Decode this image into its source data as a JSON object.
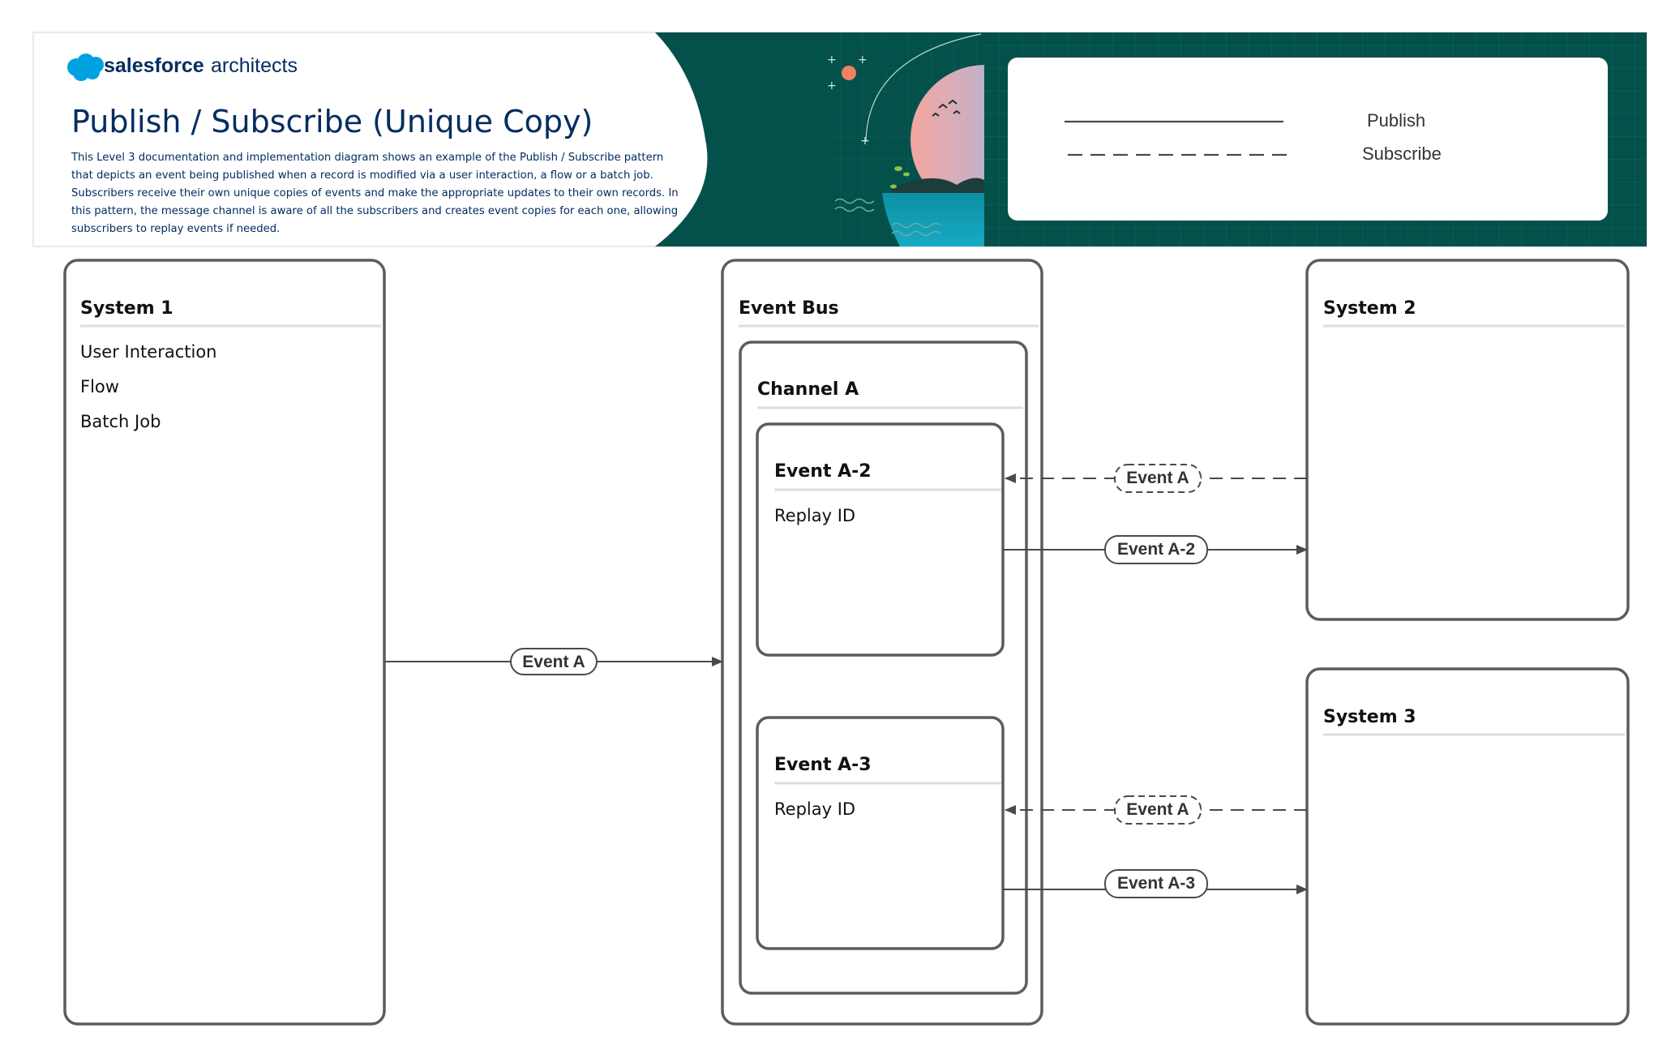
{
  "header": {
    "brand_bold": "salesforce",
    "brand_light": "architects",
    "title": "Publish / Subscribe (Unique Copy)",
    "description_lines": [
      "This Level 3 documentation and implementation diagram shows an example of the Publish / Subscribe pattern",
      "that depicts an event being published when a record is modified via a user interaction, a flow or a batch job.",
      "Subscribers receive their own unique copies of events and make the appropriate updates to their own records.  In",
      "this pattern, the message channel is aware of all the subscribers and creates event copies for each one, allowing",
      "subscribers to replay events if needed."
    ],
    "brand_color": "#032d60",
    "accent_color": "#00a1e0",
    "banner_color": "#04504b"
  },
  "legend": {
    "publish_label": "Publish",
    "subscribe_label": "Subscribe"
  },
  "system1": {
    "title": "System 1",
    "items": [
      "User Interaction",
      "Flow",
      "Batch Job"
    ]
  },
  "event_bus": {
    "title": "Event Bus",
    "channel_title": "Channel A",
    "events": [
      {
        "title": "Event A-2",
        "detail": "Replay ID"
      },
      {
        "title": "Event A-3",
        "detail": "Replay ID"
      }
    ]
  },
  "system2": {
    "title": "System 2"
  },
  "system3": {
    "title": "System 3"
  },
  "connectors": {
    "publish_label": "Event A",
    "sub2_label": "Event A",
    "deliver2_label": "Event A-2",
    "sub3_label": "Event A",
    "deliver3_label": "Event A-3"
  },
  "colors": {
    "box_border": "#5c5c5c",
    "divider": "#dddddd",
    "line": "#4a4a4a",
    "planet_pink": "#f2a9a2",
    "planet_blue": "#19b5e0",
    "sun": "#f0825f"
  }
}
